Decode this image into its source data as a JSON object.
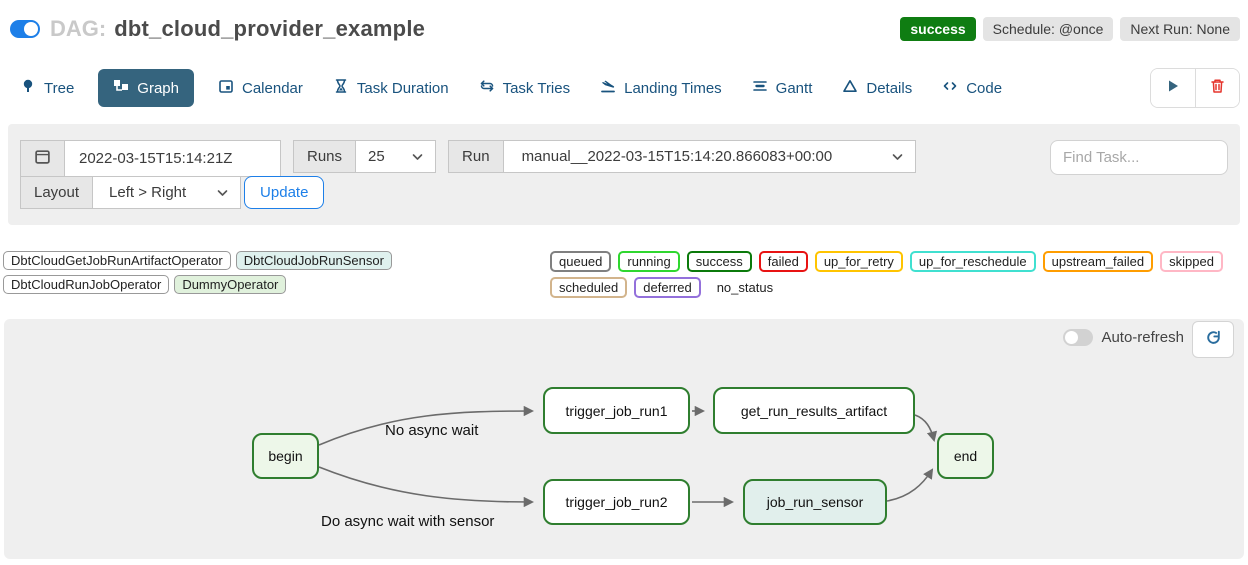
{
  "header": {
    "dag_toggle_state": "on",
    "dag_prefix": "DAG:",
    "dag_title": "dbt_cloud_provider_example",
    "status_badge": "success",
    "status_badge_color": "#0f7d12",
    "schedule_badge": "Schedule: @once",
    "next_run_badge": "Next Run: None"
  },
  "tabs": [
    {
      "label": "Tree",
      "icon": "tree-icon",
      "active": false
    },
    {
      "label": "Graph",
      "icon": "graph-icon",
      "active": true
    },
    {
      "label": "Calendar",
      "icon": "calendar-icon",
      "active": false
    },
    {
      "label": "Task Duration",
      "icon": "hourglass-icon",
      "active": false
    },
    {
      "label": "Task Tries",
      "icon": "repeat-icon",
      "active": false
    },
    {
      "label": "Landing Times",
      "icon": "plane-landing-icon",
      "active": false
    },
    {
      "label": "Gantt",
      "icon": "gantt-icon",
      "active": false
    },
    {
      "label": "Details",
      "icon": "details-icon",
      "active": false
    },
    {
      "label": "Code",
      "icon": "code-icon",
      "active": false
    }
  ],
  "tab_actions": {
    "play": "play-icon",
    "delete": "trash-icon"
  },
  "filters": {
    "base_date_value": "2022-03-15T15:14:21Z",
    "runs_label": "Runs",
    "runs_value": "25",
    "run_label": "Run",
    "run_value": "manual__2022-03-15T15:14:20.866083+00:00",
    "find_task_placeholder": "Find Task...",
    "layout_label": "Layout",
    "layout_value": "Left > Right",
    "update_button": "Update"
  },
  "legend": {
    "operators": [
      {
        "label": "DbtCloudGetJobRunArtifactOperator",
        "bg": "#ffffff"
      },
      {
        "label": "DbtCloudJobRunSensor",
        "bg": "#dff1ee"
      },
      {
        "label": "DbtCloudRunJobOperator",
        "bg": "#ffffff"
      },
      {
        "label": "DummyOperator",
        "bg": "#e0f1dc"
      }
    ],
    "statuses": [
      {
        "label": "queued",
        "color": "#808080"
      },
      {
        "label": "running",
        "color": "#2fd72f"
      },
      {
        "label": "success",
        "color": "#0b7a0b"
      },
      {
        "label": "failed",
        "color": "#e81313"
      },
      {
        "label": "up_for_retry",
        "color": "#ffc400"
      },
      {
        "label": "up_for_reschedule",
        "color": "#40e0d0"
      },
      {
        "label": "upstream_failed",
        "color": "#ff9d00"
      },
      {
        "label": "skipped",
        "color": "#ffb7c5"
      },
      {
        "label": "scheduled",
        "color": "#d2b48c"
      },
      {
        "label": "deferred",
        "color": "#9370db"
      },
      {
        "label": "no_status",
        "color": "transparent"
      }
    ]
  },
  "graph": {
    "auto_refresh_label": "Auto-refresh",
    "auto_refresh_state": "off",
    "refresh_icon": "refresh-icon",
    "node_border_color": "#2f7e2f",
    "nodes": [
      {
        "id": "begin",
        "label": "begin",
        "fill": "#edf7e9"
      },
      {
        "id": "trigger_job_run1",
        "label": "trigger_job_run1",
        "fill": "#ffffff"
      },
      {
        "id": "get_run_results_artifact",
        "label": "get_run_results_artifact",
        "fill": "#ffffff"
      },
      {
        "id": "trigger_job_run2",
        "label": "trigger_job_run2",
        "fill": "#ffffff"
      },
      {
        "id": "job_run_sensor",
        "label": "job_run_sensor",
        "fill": "#e1efec"
      },
      {
        "id": "end",
        "label": "end",
        "fill": "#edf7e9"
      }
    ],
    "edges": [
      {
        "from": "begin",
        "to": "trigger_job_run1",
        "label": "No async wait"
      },
      {
        "from": "begin",
        "to": "trigger_job_run2",
        "label": "Do async wait with sensor"
      },
      {
        "from": "trigger_job_run1",
        "to": "get_run_results_artifact",
        "label": ""
      },
      {
        "from": "get_run_results_artifact",
        "to": "end",
        "label": ""
      },
      {
        "from": "trigger_job_run2",
        "to": "job_run_sensor",
        "label": ""
      },
      {
        "from": "job_run_sensor",
        "to": "end",
        "label": ""
      }
    ]
  }
}
